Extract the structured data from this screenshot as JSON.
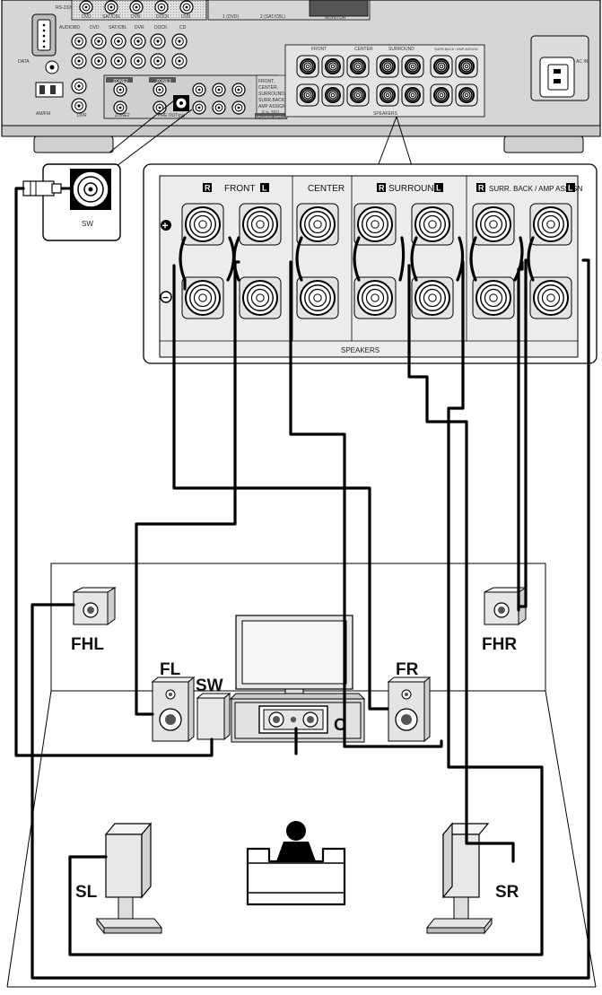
{
  "receiver": {
    "video_inputs": [
      "DVD",
      "SAT/CBL",
      "DVR",
      "DOCK",
      "DVR"
    ],
    "audio_label": "AUDIO",
    "audio_inputs": [
      "BD",
      "DVD",
      "SAT/CBL",
      "DVR",
      "DOCK",
      "CD"
    ],
    "rs232_label": "RS-232C",
    "rs232_sub": "DATA",
    "antenna_label": "AM/FM",
    "zone_labels": [
      "ZONE2",
      "ZONE3"
    ],
    "monitor_labels": [
      "1 (DVD)",
      "2 (SAT/CBL)",
      "MONITOR"
    ],
    "speaker_note_lines": [
      "FRONT,",
      "CENTER,",
      "SURROUND,",
      "SURR.BACK /",
      "AMP ASSIGN",
      "6 ≒ 16Ω"
    ],
    "speaker_impedance_label": "SPEAKER IMPEDANCE",
    "small_speakers_label": "SPEAKERS",
    "small_group_labels": [
      "FRONT",
      "CENTER",
      "SURROUND",
      "SURR.BACK / AMP ASSIGN"
    ],
    "ac_label": "AC IN",
    "bottom_labels": [
      "DVR",
      "ZONE2",
      "PRE OUT",
      "SW"
    ]
  },
  "sw_callout": {
    "label": "SW"
  },
  "speaker_panel": {
    "groups": {
      "front": "FRONT",
      "center": "CENTER",
      "surround": "SURROUND",
      "surr_back": "SURR. BACK / AMP ASSIGN"
    },
    "channel_badges": [
      "R",
      "L"
    ],
    "title": "SPEAKERS",
    "plus": "+",
    "minus": "−"
  },
  "room": {
    "speakers": {
      "fhl": "FHL",
      "fhr": "FHR",
      "fl": "FL",
      "sw": "SW",
      "fr": "FR",
      "c": "C",
      "sl": "SL",
      "sr": "SR"
    }
  },
  "colors": {
    "chassis": "#d6d6d6",
    "panel": "#e9e9e9",
    "line": "#000000",
    "wire": "#000000",
    "speaker_fill": "#e4e4e4",
    "tv_screen": "#f0f0f0"
  }
}
